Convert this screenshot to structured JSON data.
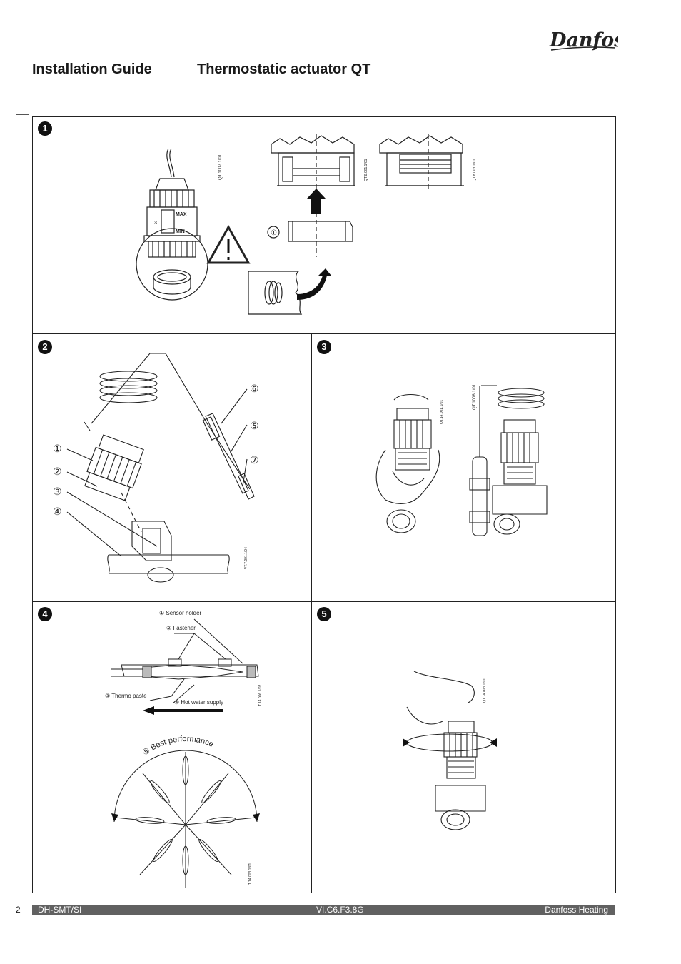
{
  "header": {
    "guide_title": "Installation Guide",
    "product_title": "Thermostatic actuator  QT",
    "brand": "Danfoss"
  },
  "steps": [
    {
      "number": "1"
    },
    {
      "number": "2"
    },
    {
      "number": "3"
    },
    {
      "number": "4"
    },
    {
      "number": "5"
    }
  ],
  "step1": {
    "callout": "①",
    "dial_max": "MAX",
    "dial_min": "MIN",
    "dial_mark": "3"
  },
  "step2": {
    "callouts": [
      "①",
      "②",
      "③",
      "④",
      "⑤",
      "⑥",
      "⑦"
    ]
  },
  "step4": {
    "labels": {
      "sensor_holder": "① Sensor holder",
      "fastener": "② Fastener",
      "thermo_paste": "③ Thermo paste",
      "hot_water_supply": "④ Hot water supply",
      "best_performance": "⑤ Best performance"
    }
  },
  "drawing_codes": [
    "QT.1007.1/01",
    "QT.8.001.1/01",
    "QT.8.003.1/01",
    "VT.7.901.1/04",
    "QT.14.001.1/01",
    "QT.1006.1/01",
    "T.14.006.1/02",
    "T.14.003.1/01",
    "QT.14.003.1/01"
  ],
  "footer": {
    "page": "2",
    "doc_id": "DH-SMT/SI",
    "code": "VI.C6.F3.8G",
    "company": "Danfoss Heating"
  }
}
